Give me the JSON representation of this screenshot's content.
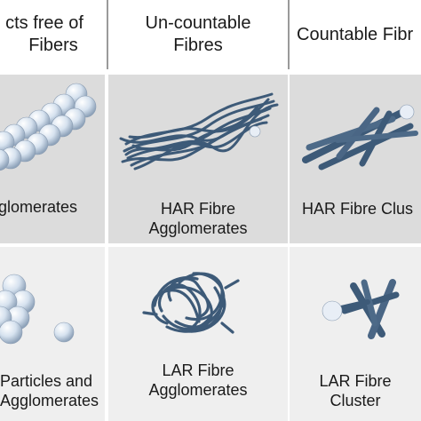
{
  "headers": {
    "col1": [
      "cts free of",
      "Fibers"
    ],
    "col2": [
      "Un-countable",
      "Fibres"
    ],
    "col3": [
      "Countable Fibr"
    ]
  },
  "row1": {
    "col1": [
      "gglomerates"
    ],
    "col2": [
      "HAR Fibre",
      "Agglomerates"
    ],
    "col3": [
      "HAR Fibre Clus"
    ]
  },
  "row2": {
    "col1": [
      "Particles and",
      "Agglomerates"
    ],
    "col2": [
      "LAR Fibre",
      "Agglomerates"
    ],
    "col3": [
      "LAR Fibre",
      "Cluster"
    ]
  },
  "colors": {
    "header_bg": "#ffffff",
    "row1_bg": "#dcdcdc",
    "row2_bg": "#efefef",
    "fibre": "#3d5a78",
    "sphere": "#dbe6f3",
    "divider": "#9a9a9a"
  }
}
